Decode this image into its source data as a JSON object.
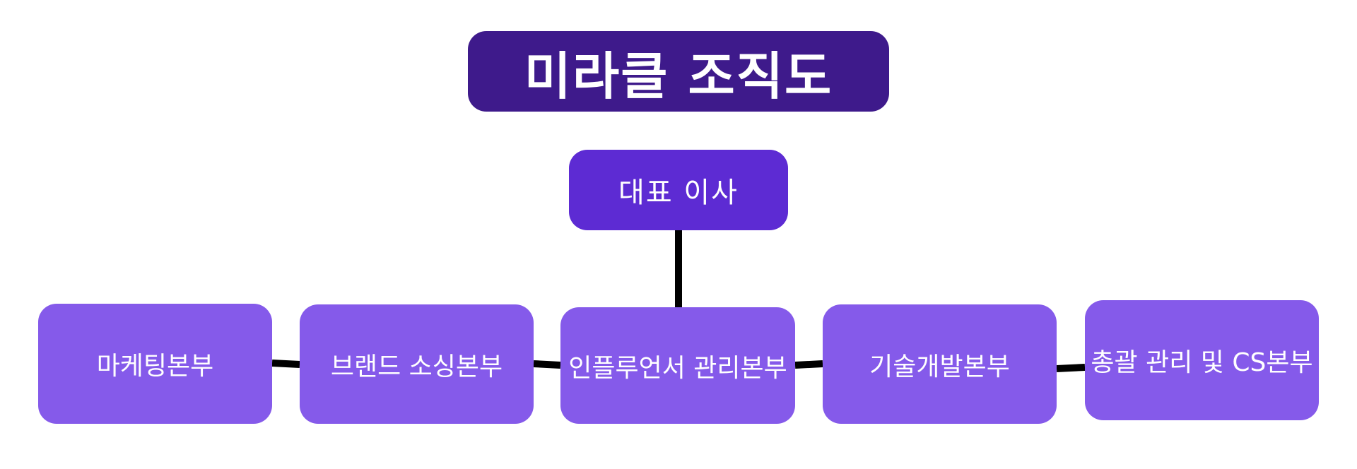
{
  "title": "미라클 조직도",
  "ceo": "대표 이사",
  "departments": [
    "마케팅본부",
    "브랜드 소싱본부",
    "인플루언서 관리본부",
    "기술개발본부",
    "총괄 관리 및 CS본부"
  ],
  "colors": {
    "title_bg": "#3e1a8b",
    "ceo_bg": "#5d2bd3",
    "department_bg": "#855aea",
    "connector": "#000000",
    "text": "#ffffff"
  }
}
